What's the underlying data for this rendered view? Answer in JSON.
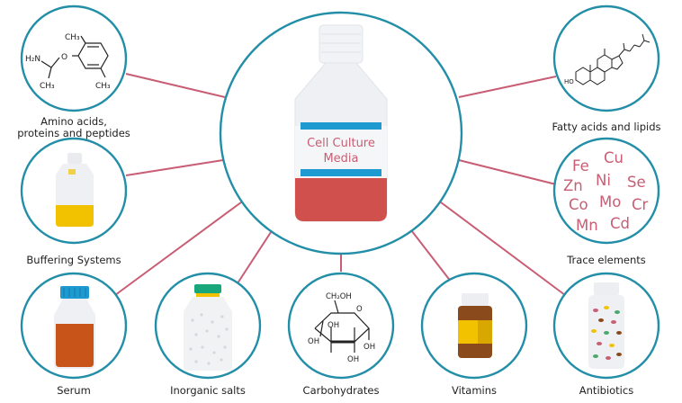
{
  "center": {
    "title_line1": "Cell Culture",
    "title_line2": "Media"
  },
  "nodes": {
    "amino_acids": {
      "caption": "Amino acids,\nproteins and peptides"
    },
    "buffering": {
      "caption": "Buffering Systems"
    },
    "serum": {
      "caption": "Serum"
    },
    "inorganic_salts": {
      "caption": "Inorganic salts"
    },
    "carbohydrates": {
      "caption": "Carbohydrates"
    },
    "vitamins": {
      "caption": "Vitamins"
    },
    "antibiotics": {
      "caption": "Antibiotics"
    },
    "trace_elements": {
      "caption": "Trace elements"
    },
    "fatty_acids": {
      "caption": "Fatty acids and lipids"
    }
  },
  "molecule_amino": {
    "h2n": "H₂N",
    "o": "O",
    "ch3_top": "CH₃",
    "ch3_bottom_left": "CH₃",
    "ch3_bottom_right": "CH₃"
  },
  "molecule_glucose": {
    "ch2oh": "CH₂OH",
    "ring_o": "O",
    "oh_1": "OH",
    "oh_2": "OH",
    "oh_3": "OH",
    "oh_4": "OH"
  },
  "molecule_sterol": {
    "ho": "HO"
  },
  "trace_elements": {
    "fe": "Fe",
    "cu": "Cu",
    "zn": "Zn",
    "ni": "Ni",
    "se": "Se",
    "co": "Co",
    "mo": "Mo",
    "cr": "Cr",
    "mn": "Mn",
    "cd": "Cd"
  },
  "colors": {
    "ring": "#238ea7",
    "connector": "#c85d74",
    "media_red": "#d0504e",
    "label_band": "#1d9ad0",
    "buffer_yellow": "#f2c200",
    "serum_orange": "#c8541a",
    "vitamin_brown": "#8a4a1c"
  }
}
